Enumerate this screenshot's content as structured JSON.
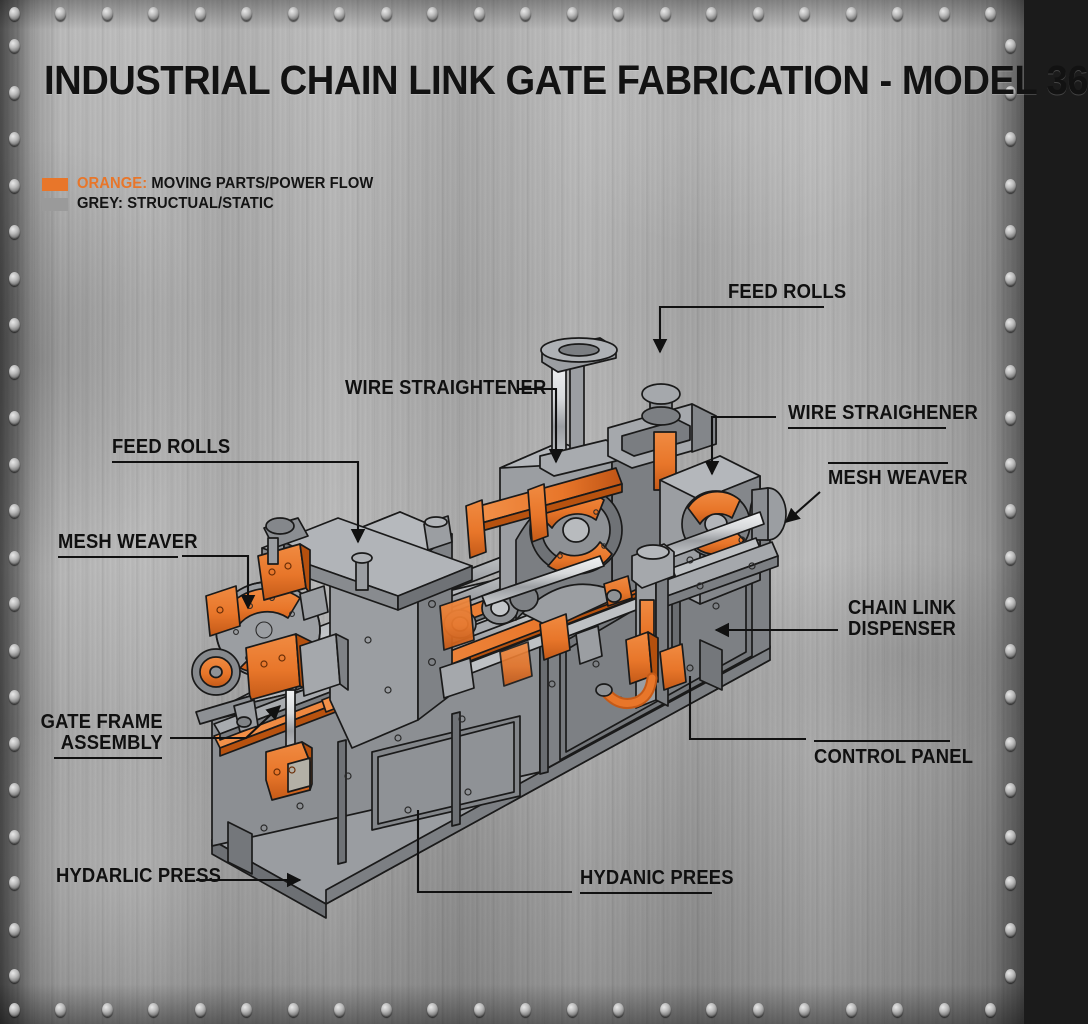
{
  "title": "INDUSTRIAL CHAIN LINK GATE FABRICATION - MODEL 36",
  "legend": {
    "items": [
      {
        "key": "ORANGE:",
        "desc": "MOVING PARTS/POWER FLOW",
        "color": "#e8762a",
        "swatch": "#e8762a"
      },
      {
        "key": "GREY:",
        "desc": "STRUCTUAL/STATIC",
        "color": "#141414",
        "swatch": "#9a9a9a"
      }
    ]
  },
  "colors": {
    "orange": "#e8762a",
    "orange_dark": "#c45a18",
    "orange_light": "#f08b42",
    "grey_light": "#b9bcbf",
    "grey_mid": "#9a9da1",
    "grey_dark": "#76797d",
    "grey_darker": "#5a5d61",
    "outline": "#1a1a1a",
    "steel_bg": "#b2b2b2",
    "ink": "#101010"
  },
  "callouts": [
    {
      "id": "feed-rolls-top",
      "text": "FEED ROLLS",
      "lines": [
        "FEED ROLLS"
      ],
      "align": "left",
      "rule": "below"
    },
    {
      "id": "wire-straightener-mid",
      "text": "WIRE STRAIGHTENER",
      "lines": [
        "WIRE STRAIGHTENER"
      ],
      "align": "left",
      "rule": "none"
    },
    {
      "id": "wire-straighener-right",
      "text": "WIRE STRAIGHENER",
      "lines": [
        "WIRE STRAIGHENER"
      ],
      "align": "left",
      "rule": "below"
    },
    {
      "id": "feed-rolls-left",
      "text": "FEED ROLLS",
      "lines": [
        "FEED ROLLS"
      ],
      "align": "left",
      "rule": "below"
    },
    {
      "id": "mesh-weaver-right",
      "text": "MESH WEAVER",
      "lines": [
        "MESH WEAVER"
      ],
      "align": "left",
      "rule": "above"
    },
    {
      "id": "mesh-weaver-left",
      "text": "MESH WEAVER",
      "lines": [
        "MESH WEAVER"
      ],
      "align": "left",
      "rule": "below"
    },
    {
      "id": "chain-link-dispenser",
      "text": "CHAIN LINK DISPENSER",
      "lines": [
        "CHAIN LINK",
        "DISPENSER"
      ],
      "align": "left",
      "rule": "none"
    },
    {
      "id": "control-panel",
      "text": "CONTROL PANEL",
      "lines": [
        "CONTROL PANEL"
      ],
      "align": "left",
      "rule": "above"
    },
    {
      "id": "gate-frame-assembly",
      "text": "GATE FRAME ASSEMBLY",
      "lines": [
        "GATE FRAME",
        "ASSEMBLY"
      ],
      "align": "right",
      "rule": "below"
    },
    {
      "id": "hydarlic-press",
      "text": "HYDARLIC PRESS",
      "lines": [
        "HYDARLIC PRESS"
      ],
      "align": "left",
      "rule": "none"
    },
    {
      "id": "hydanic-prees",
      "text": "HYDANIC PREES",
      "lines": [
        "HYDANIC PREES"
      ],
      "align": "left",
      "rule": "below"
    }
  ],
  "diagram": {
    "subject": "isometric industrial chain link gate fabrication machine",
    "machine_parts": [
      "feed rolls",
      "wire straightener",
      "mesh weaver",
      "chain link dispenser",
      "control panel",
      "gate frame assembly",
      "hydraulic press",
      "base frame"
    ]
  }
}
